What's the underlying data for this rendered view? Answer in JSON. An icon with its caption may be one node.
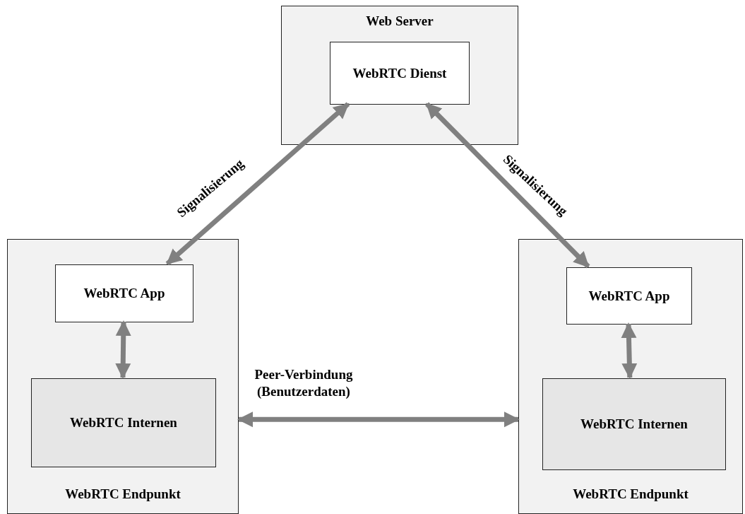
{
  "diagram": {
    "nodes": [
      {
        "text": [
          "Web Server"
        ]
      },
      {
        "text": [
          "WebRTC Dienst"
        ],
        "in": 0
      },
      {
        "text": [
          "WebRTC Endpunkt"
        ]
      },
      {
        "text": [
          "WebRTC App"
        ],
        "in": 2
      },
      {
        "text": [
          "WebRTC Internen"
        ],
        "in": 2
      },
      {
        "text": [
          "WebRTC Endpunkt"
        ]
      },
      {
        "text": [
          "WebRTC App"
        ],
        "in": 5
      },
      {
        "text": [
          "WebRTC Internen"
        ],
        "in": 5
      }
    ],
    "edges": [
      {
        "from": 1,
        "to": 3,
        "arrow": "both",
        "label": "Signalisierung"
      },
      {
        "from": 1,
        "to": 6,
        "arrow": "both",
        "label": "Signalisierung"
      },
      {
        "from": 3,
        "to": 4,
        "arrow": "both"
      },
      {
        "from": 6,
        "to": 7,
        "arrow": "both"
      },
      {
        "from": 2,
        "to": 5,
        "arrow": "both",
        "label": "Peer-Verbindung (Benutzerdaten)"
      }
    ]
  }
}
